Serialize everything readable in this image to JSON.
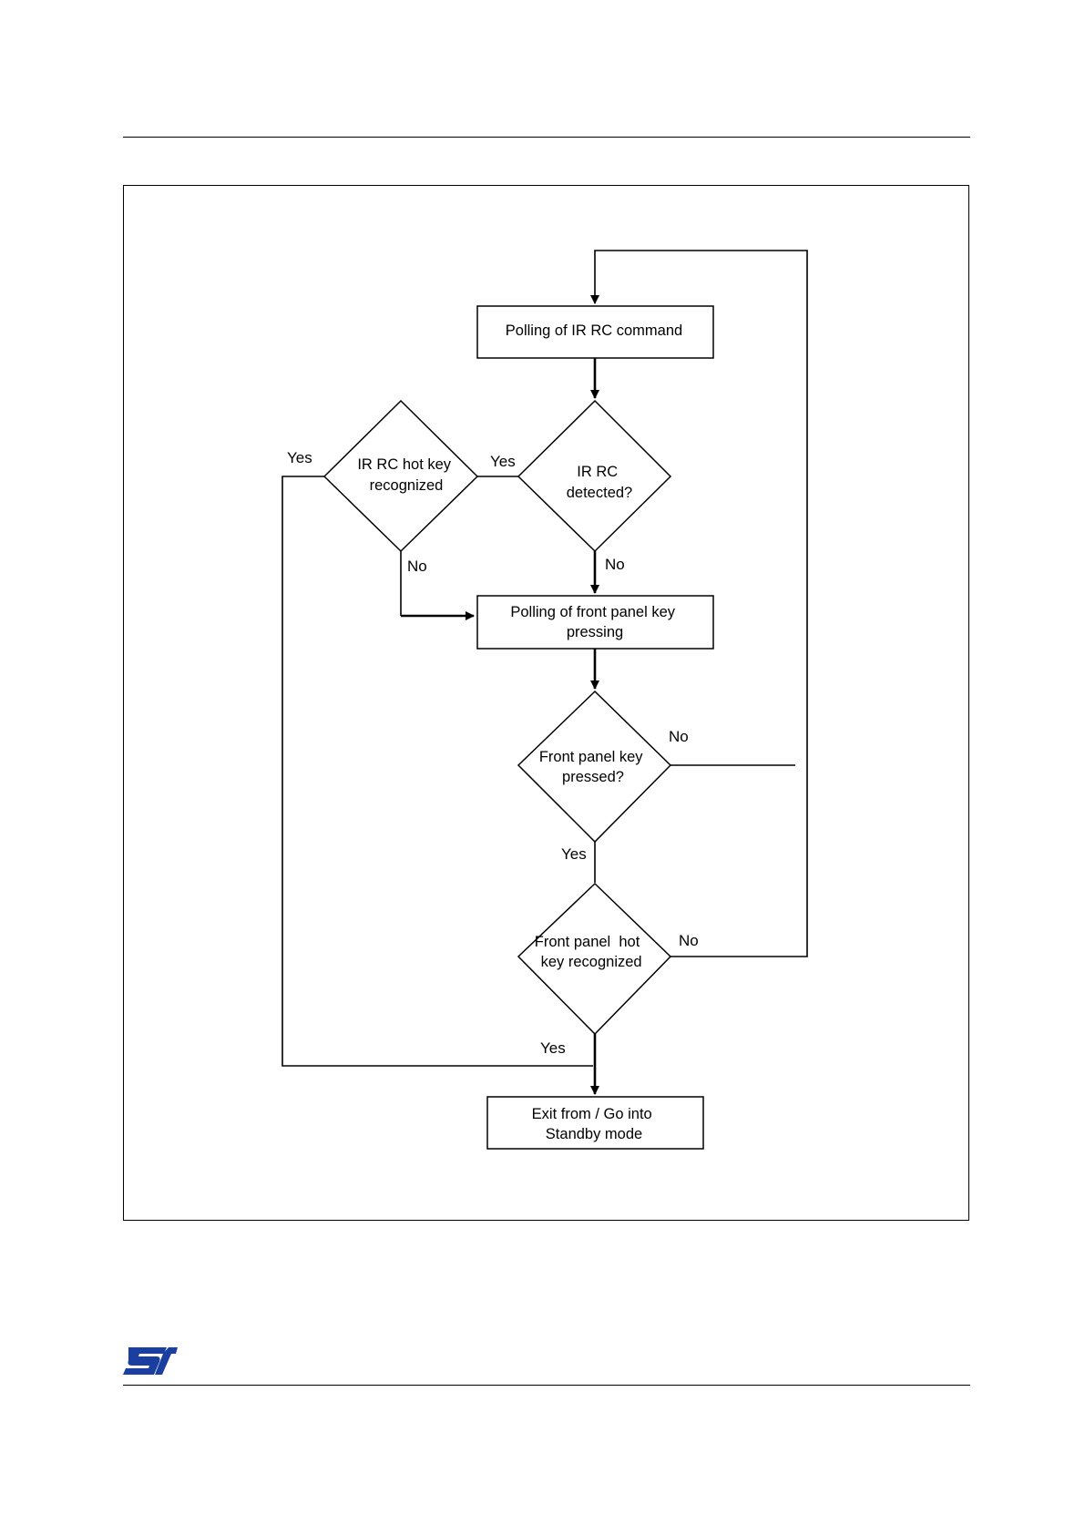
{
  "nodes": {
    "polling_ir": {
      "lines": [
        "Polling of IR RC command"
      ]
    },
    "ir_detected": {
      "lines": [
        "IR RC",
        "detected?"
      ]
    },
    "ir_hotkey": {
      "lines": [
        "IR RC hot key",
        "recognized"
      ]
    },
    "polling_front": {
      "lines": [
        "Polling of front panel key",
        "pressing"
      ]
    },
    "front_pressed": {
      "lines": [
        "Front panel key",
        "pressed?"
      ]
    },
    "front_hotkey": {
      "lines": [
        "Front panel  hot",
        "key recognized"
      ]
    },
    "standby": {
      "lines": [
        "Exit from / Go into",
        "Standby mode"
      ]
    }
  },
  "edges": {
    "ir_detected_yes": "Yes",
    "ir_detected_no": "No",
    "ir_hotkey_yes": "Yes",
    "ir_hotkey_no": "No",
    "front_pressed_no": "No",
    "front_pressed_yes": "Yes",
    "front_hotkey_no": "No",
    "front_hotkey_yes": "Yes"
  },
  "logo": {
    "icon": "st-logo-icon",
    "color": "#1a3fa0"
  }
}
